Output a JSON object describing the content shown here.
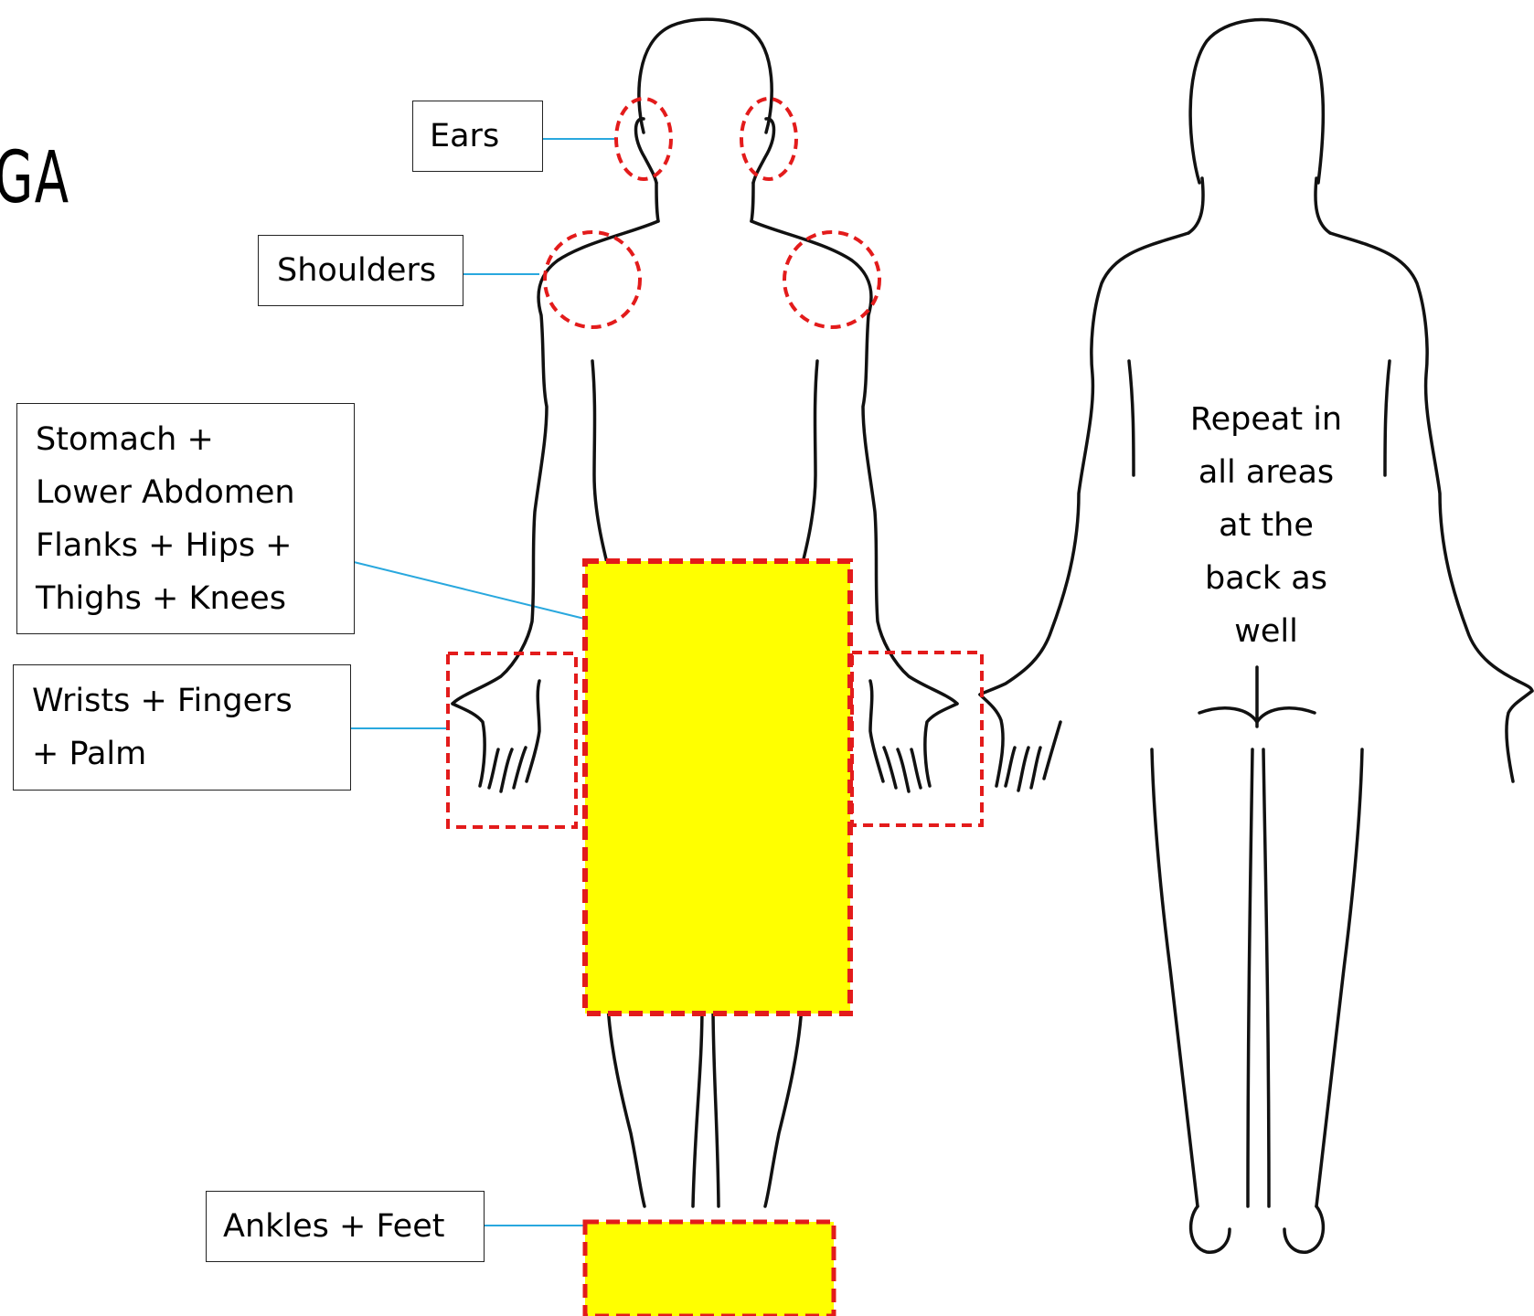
{
  "title_fragment": "GA",
  "labels": {
    "ears": "Ears",
    "shoulders": "Shoulders",
    "stomach": [
      "Stomach +",
      "Lower Abdomen",
      "Flanks + Hips +",
      "Thighs + Knees"
    ],
    "wrists": [
      "Wrists + Fingers",
      "+ Palm"
    ],
    "ankles": "Ankles + Feet"
  },
  "back_note": [
    "Repeat in",
    "all areas",
    "at the",
    "back as",
    "well"
  ],
  "colors": {
    "highlight_fill": "#ffff00",
    "highlight_border": "#e31b1b",
    "connector": "#29a8de",
    "outline": "#111111"
  }
}
